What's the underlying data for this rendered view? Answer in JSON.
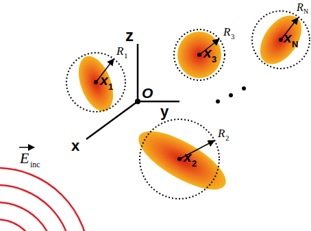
{
  "diagram": {
    "labels": [
      "z",
      "O",
      "y",
      "x",
      "x",
      "1",
      "x",
      "2",
      "x",
      "3",
      "x",
      "N",
      "R",
      "1",
      "R",
      "2",
      "R",
      "3",
      "R",
      "N",
      "E",
      "inc"
    ]
  }
}
